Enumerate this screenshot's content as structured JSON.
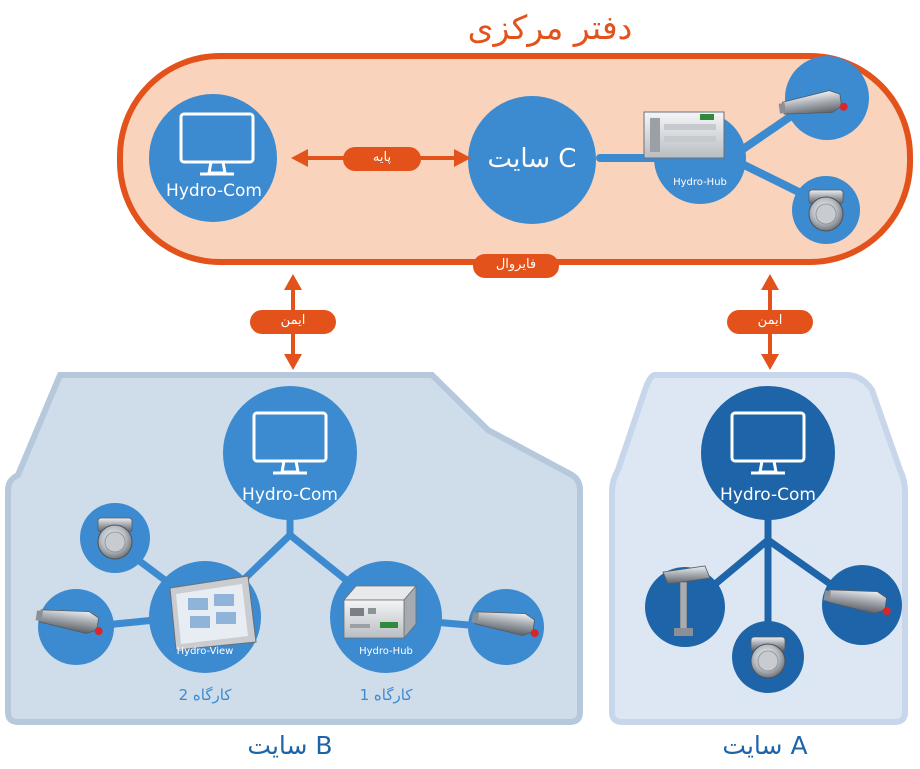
{
  "hq": {
    "title": "دفتر مرکزی",
    "pc_label": "Hydro-Com",
    "link_label": "پایه",
    "site_label": "سایت C",
    "hub_label": "Hydro-Hub",
    "firewall_label": "فایروال"
  },
  "links": {
    "left_secure": "ایمن",
    "right_secure": "ایمن"
  },
  "site_b": {
    "pc_label": "Hydro-Com",
    "view_label": "Hydro-View",
    "hub_label": "Hydro-Hub",
    "workshop2": "کارگاه 2",
    "workshop1": "کارگاه 1",
    "name": "سایت B"
  },
  "site_a": {
    "pc_label": "Hydro-Com",
    "name": "سایت A"
  },
  "colors": {
    "orange": "#e4521b",
    "hq_fill": "#f9d3bc",
    "blue": "#3c8ad0",
    "dark_blue": "#1e64a9",
    "site_b_fill": "#cfdce9",
    "site_a_fill": "#dde7f4"
  }
}
